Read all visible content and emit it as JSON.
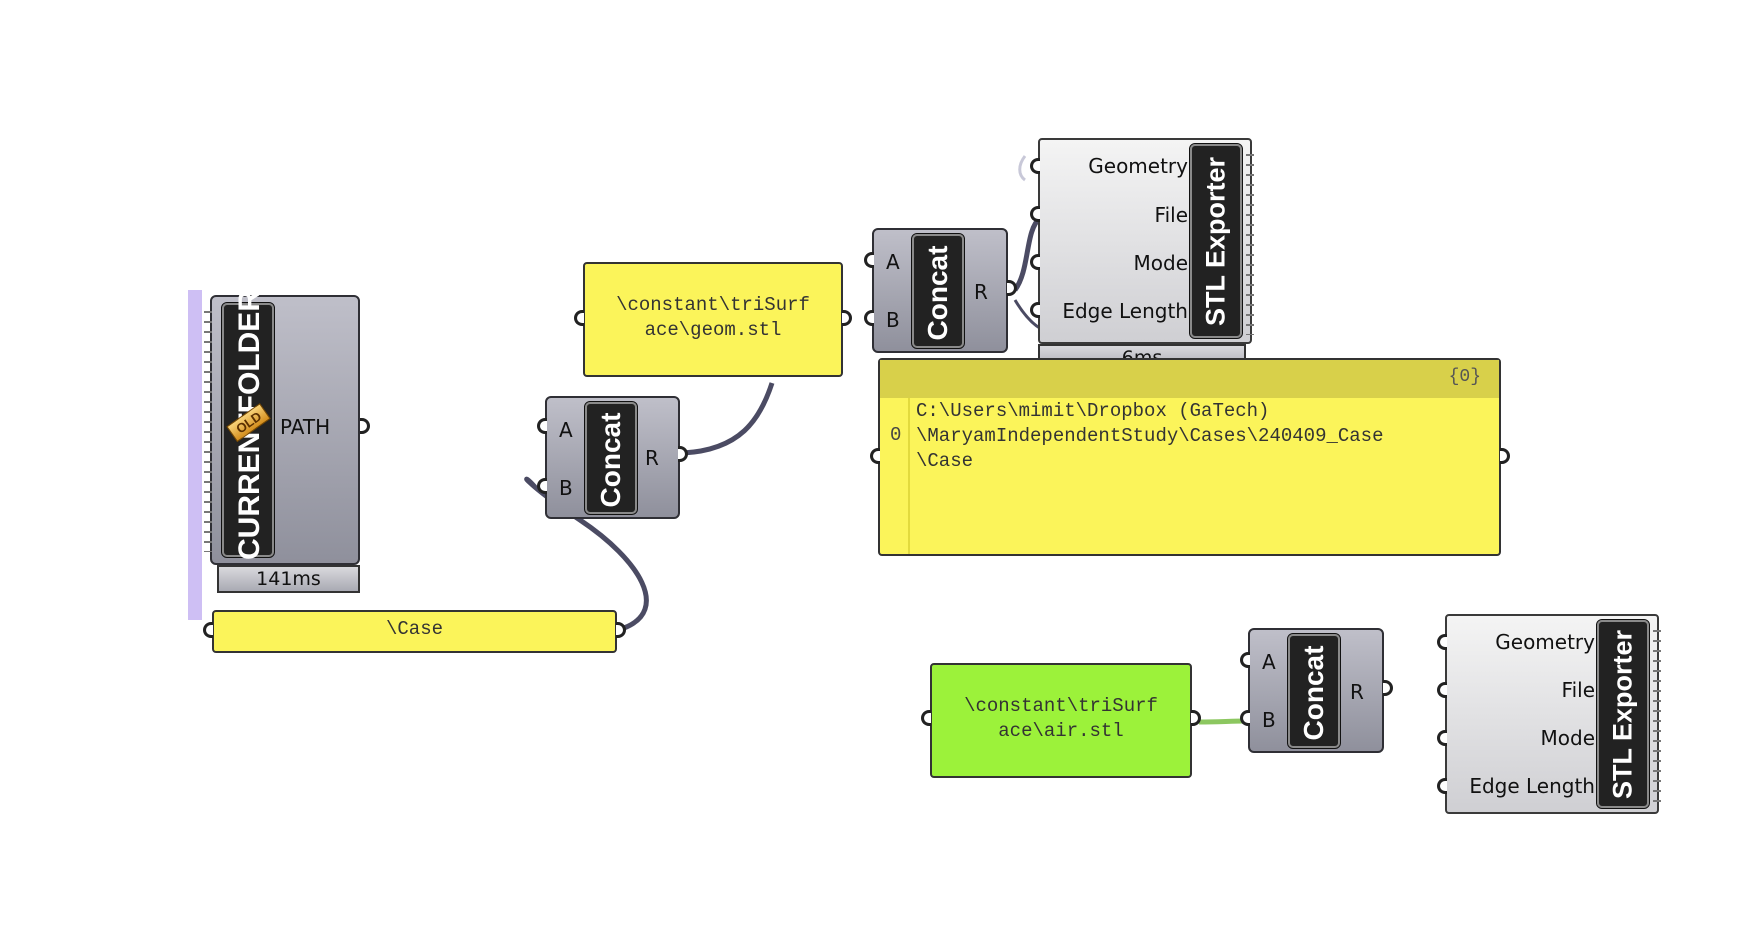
{
  "current_folder": {
    "title": "CURRENTFOLDER",
    "badge": "OLD",
    "output": "PATH",
    "timer": "141ms"
  },
  "case_panel": {
    "text": "\\Case"
  },
  "concat1": {
    "title": "Concat",
    "in_a": "A",
    "in_b": "B",
    "out_r": "R"
  },
  "geom_panel": {
    "line1": "\\constant\\triSurf",
    "line2": "ace\\geom.stl"
  },
  "concat2": {
    "title": "Concat",
    "in_a": "A",
    "in_b": "B",
    "out_r": "R"
  },
  "stl_exporter1": {
    "title": "STL Exporter",
    "inputs": [
      "Geometry",
      "File",
      "Mode",
      "Edge Length"
    ],
    "timer": "6ms"
  },
  "path_panel": {
    "header": "{0}",
    "index": "0",
    "lines": [
      "C:\\Users\\mimit\\Dropbox (GaTech)",
      "\\MaryamIndependentStudy\\Cases\\240409_Case",
      "\\Case"
    ]
  },
  "air_panel": {
    "line1": "\\constant\\triSurf",
    "line2": "ace\\air.stl"
  },
  "concat3": {
    "title": "Concat",
    "in_a": "A",
    "in_b": "B",
    "out_r": "R"
  },
  "stl_exporter2": {
    "title": "STL Exporter",
    "inputs": [
      "Geometry",
      "File",
      "Mode",
      "Edge Length"
    ]
  },
  "colors": {
    "panel_yellow": "#fbf45a",
    "panel_green": "#9cf23a",
    "wire": "#4b4b63",
    "wire_green": "#8cc760",
    "selection_purple": "#b9a4f0"
  }
}
